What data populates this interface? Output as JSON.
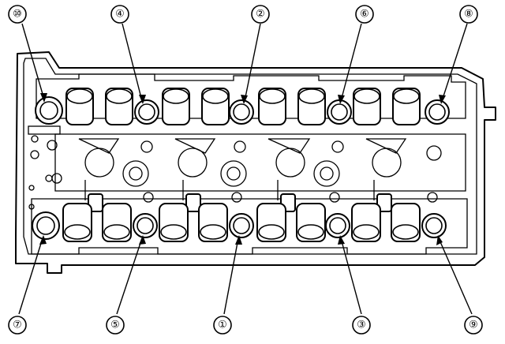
{
  "figure": {
    "callouts": [
      {
        "id": "c10",
        "label": "⑩"
      },
      {
        "id": "c4",
        "label": "④"
      },
      {
        "id": "c2",
        "label": "②"
      },
      {
        "id": "c6",
        "label": "⑥"
      },
      {
        "id": "c8",
        "label": "⑧"
      },
      {
        "id": "c7",
        "label": "⑦"
      },
      {
        "id": "c5",
        "label": "⑤"
      },
      {
        "id": "c1",
        "label": "①"
      },
      {
        "id": "c3",
        "label": "③"
      },
      {
        "id": "c9",
        "label": "⑨"
      }
    ],
    "colors": {
      "stroke": "#000000",
      "background": "#ffffff"
    }
  }
}
